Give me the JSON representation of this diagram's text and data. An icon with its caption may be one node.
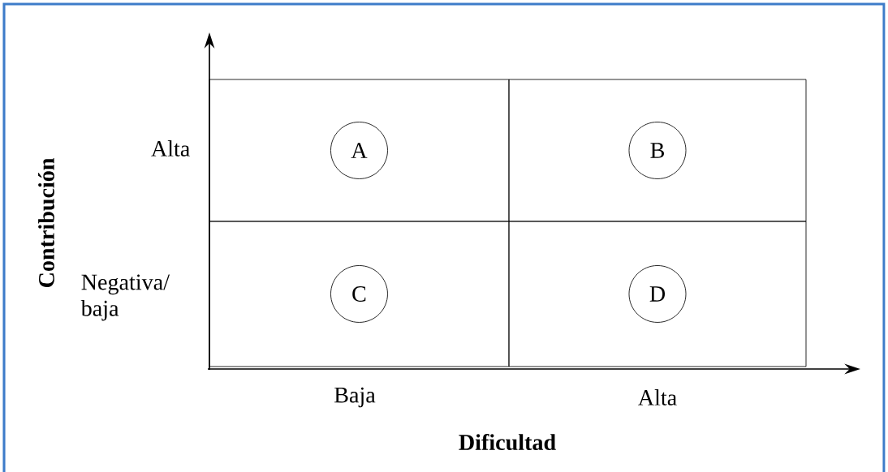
{
  "diagram": {
    "nodes": [
      {
        "text": [],
        "shape": "box"
      },
      {
        "text": [],
        "shape": "box"
      },
      {
        "text": [],
        "shape": "box"
      },
      {
        "text": [],
        "shape": "box"
      },
      {
        "text": [
          "A"
        ],
        "in": 0
      },
      {
        "text": [
          "B"
        ],
        "in": 1
      },
      {
        "text": [
          "C"
        ],
        "in": 2
      },
      {
        "text": [
          "D"
        ],
        "in": 3
      }
    ],
    "labels": [
      "Alta",
      "Negativa/ baja",
      "Baja",
      "Alta",
      "Contribución",
      "Dificultad"
    ]
  }
}
